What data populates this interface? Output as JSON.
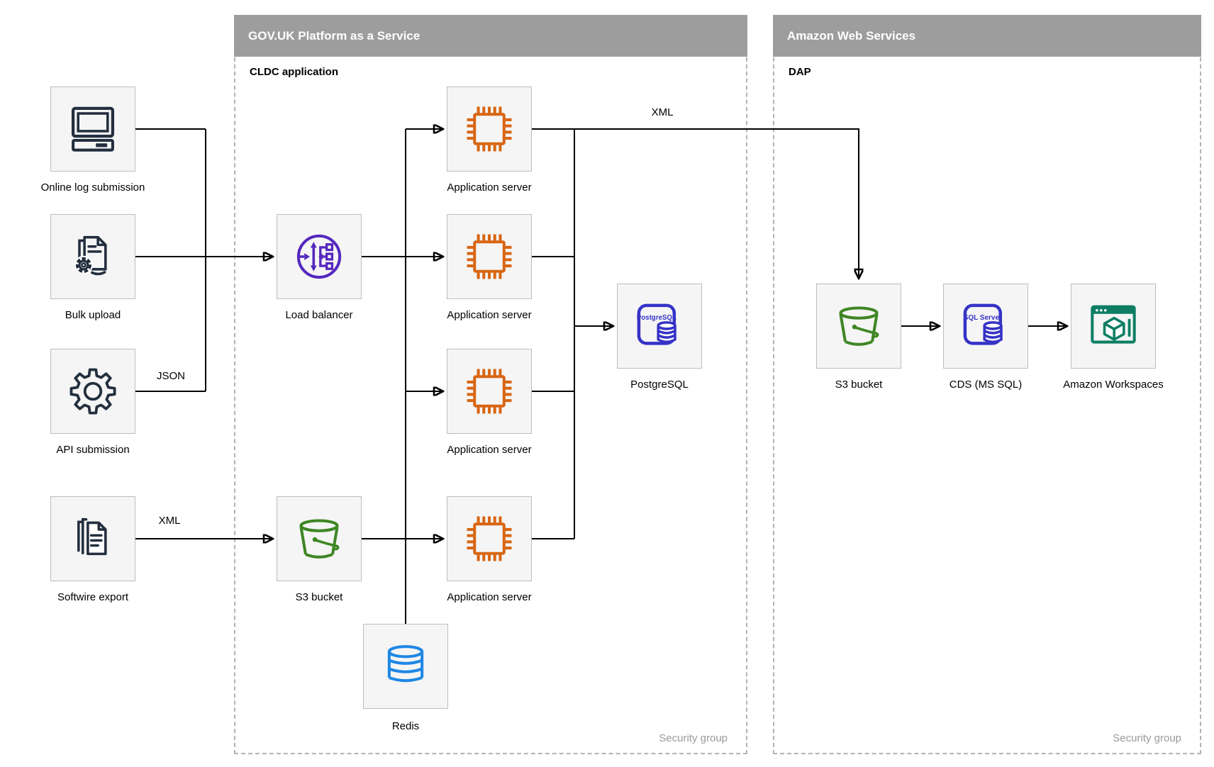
{
  "gov_container": {
    "title": "GOV.UK Platform as a Service",
    "sublabel": "CLDC application",
    "footer": "Security group"
  },
  "aws_container": {
    "title": "Amazon Web Services",
    "sublabel": "DAP",
    "footer": "Security group"
  },
  "nodes": {
    "online_log": {
      "label": "Online log submission",
      "icon": "desktop-computer-icon"
    },
    "bulk_upload": {
      "label": "Bulk upload",
      "icon": "document-gear-icon"
    },
    "api_submission": {
      "label": "API submission",
      "icon": "gear-icon"
    },
    "softwire_export": {
      "label": "Softwire export",
      "icon": "document-stack-icon"
    },
    "load_balancer": {
      "label": "Load balancer",
      "icon": "load-balancer-icon"
    },
    "s3_gov": {
      "label": "S3 bucket",
      "icon": "s3-bucket-icon"
    },
    "app_server_1": {
      "label": "Application server",
      "icon": "chip-icon"
    },
    "app_server_2": {
      "label": "Application server",
      "icon": "chip-icon"
    },
    "app_server_3": {
      "label": "Application server",
      "icon": "chip-icon"
    },
    "app_server_4": {
      "label": "Application server",
      "icon": "chip-icon"
    },
    "postgres": {
      "label": "PostgreSQL",
      "icon_text": "PostgreSQL",
      "icon": "postgresql-icon"
    },
    "redis": {
      "label": "Redis",
      "icon": "database-cylinder-icon"
    },
    "s3_aws": {
      "label": "S3 bucket",
      "icon": "s3-bucket-icon"
    },
    "cds": {
      "label": "CDS (MS SQL)",
      "icon_text": "SQL Server",
      "icon": "sql-server-icon"
    },
    "workspaces": {
      "label": "Amazon Workspaces",
      "icon": "workspaces-icon"
    }
  },
  "edge_labels": {
    "top_xml": "XML",
    "api_json": "JSON",
    "softwire_xml": "XML"
  },
  "colors": {
    "navy": "#232F3E",
    "orange": "#D86613",
    "purple": "#5528BE",
    "green": "#3F8624",
    "indigo": "#3633C7",
    "blue": "#1E87E5",
    "teal": "#0D7E64",
    "header_gray": "#9D9D9D",
    "security_gray": "#9A9A9A",
    "box_fill": "#F5F5F5",
    "box_border": "#BDBDBD",
    "dashed_border": "#B3B3B3",
    "line_black": "#000000"
  }
}
